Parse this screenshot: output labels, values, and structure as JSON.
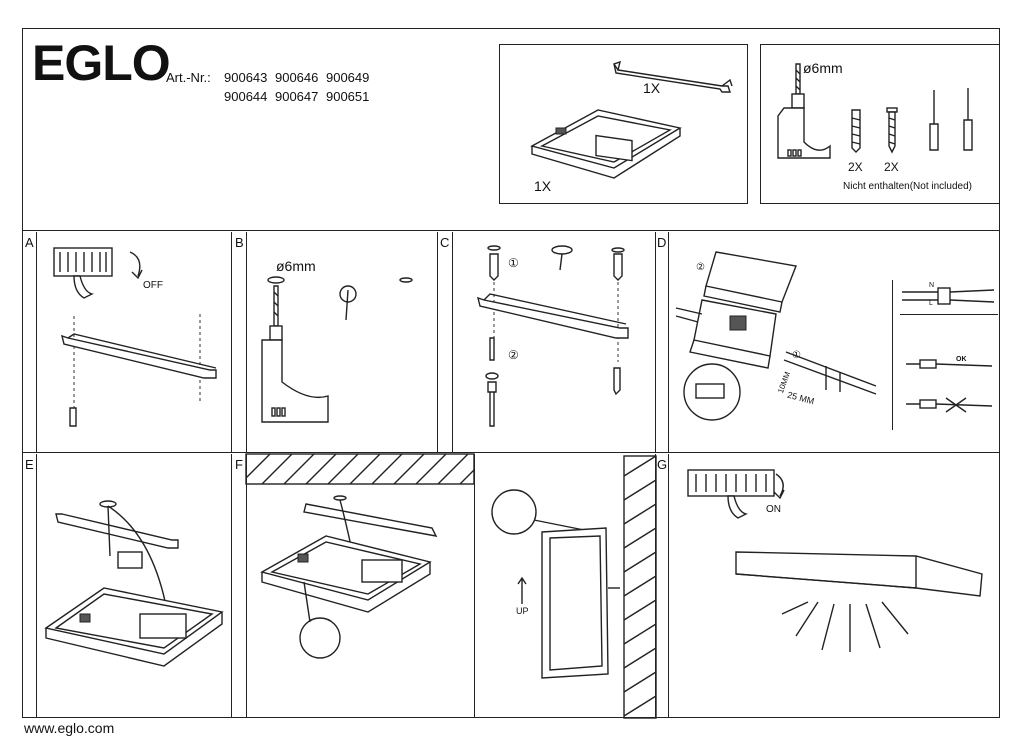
{
  "brand": "EGLO",
  "article": {
    "label": "Art.-Nr.:",
    "row1": "900643 900646 900649",
    "row2": "900644 900647 900651"
  },
  "parts": {
    "bracket_qty": "1X",
    "fixture_qty": "1X",
    "drill_size": "ø6mm",
    "dowel_qty": "2X",
    "screw_qty": "2X",
    "not_included": "Nicht enthalten(Not included)"
  },
  "steps": {
    "a": {
      "letter": "A",
      "power": "OFF"
    },
    "b": {
      "letter": "B",
      "drill_size": "ø6mm"
    },
    "c": {
      "letter": "C",
      "step1": "①",
      "step2": "②"
    },
    "d": {
      "letter": "D",
      "mark1": "①",
      "mark2": "②",
      "strip_a": "10MM",
      "strip_b": "25 MM",
      "n": "N",
      "l": "L",
      "ok": "OK"
    },
    "e": {
      "letter": "E"
    },
    "f": {
      "letter": "F",
      "up": "UP"
    },
    "g": {
      "letter": "G",
      "power": "ON"
    }
  },
  "footer": {
    "url": "www.eglo.com"
  }
}
